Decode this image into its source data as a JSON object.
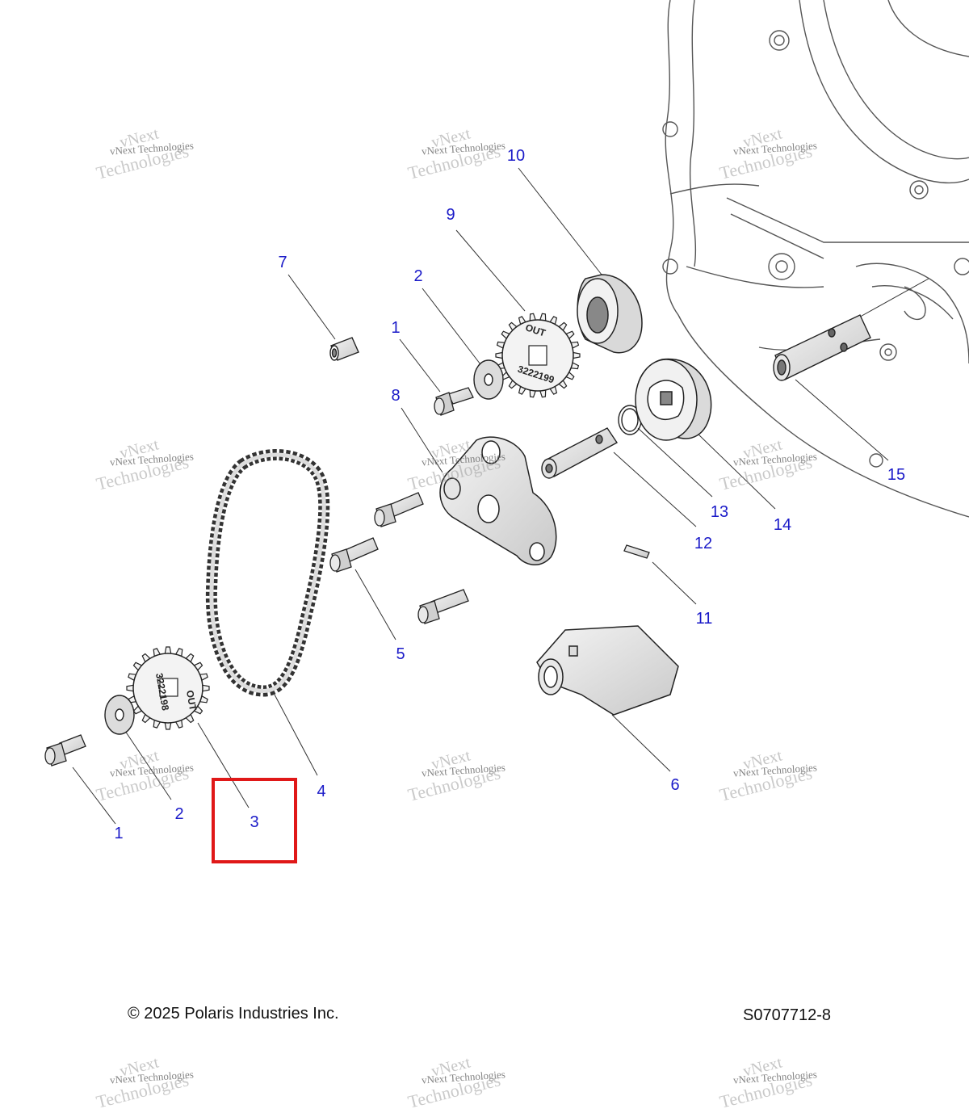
{
  "callouts": [
    {
      "id": "c1a",
      "text": "1"
    },
    {
      "id": "c2a",
      "text": "2"
    },
    {
      "id": "c3",
      "text": "3"
    },
    {
      "id": "c4",
      "text": "4"
    },
    {
      "id": "c5",
      "text": "5"
    },
    {
      "id": "c6",
      "text": "6"
    },
    {
      "id": "c7",
      "text": "7"
    },
    {
      "id": "c8",
      "text": "8"
    },
    {
      "id": "c9",
      "text": "9"
    },
    {
      "id": "c10",
      "text": "10"
    },
    {
      "id": "c11",
      "text": "11"
    },
    {
      "id": "c12",
      "text": "12"
    },
    {
      "id": "c13",
      "text": "13"
    },
    {
      "id": "c14",
      "text": "14"
    },
    {
      "id": "c15",
      "text": "15"
    },
    {
      "id": "c1b",
      "text": "1"
    },
    {
      "id": "c2b",
      "text": "2"
    }
  ],
  "part_markings": {
    "upper_sprocket_out": "OUT",
    "upper_sprocket_number": "3222199",
    "lower_sprocket_out": "OUT",
    "lower_sprocket_number": "3222198"
  },
  "footer": {
    "copyright": "© 2025 Polaris Industries Inc.",
    "diagram_code": "S0707712-8"
  },
  "watermark": {
    "line1": "vNext",
    "line2": "vNext Technologies",
    "line3": "Technologies"
  },
  "highlight": {
    "color": "#e01818",
    "target_callout": "3"
  },
  "colors": {
    "callout": "#1a1ac8",
    "line_art": "#222222"
  }
}
